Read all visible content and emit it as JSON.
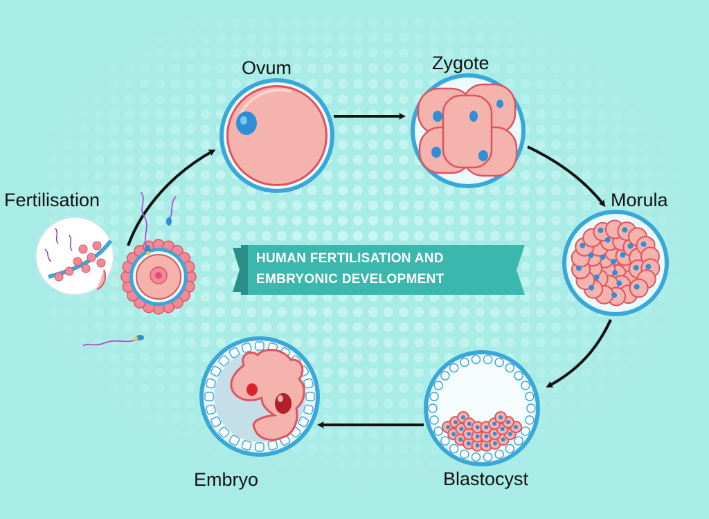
{
  "diagram": {
    "title_lines": [
      "HUMAN FERTILISATION AND",
      "EMBRYONIC DEVELOPMENT"
    ],
    "stages": {
      "ovum": "Ovum",
      "zygote": "Zygote",
      "fertilisation": "Fertilisation",
      "morula": "Morula",
      "blastocyst": "Blastocyst",
      "embryo": "Embryo"
    },
    "colors": {
      "background": "#a9ece6",
      "dots": "#c7f5f1",
      "ring": "#3aa7d9",
      "cell": "#f4b3ad",
      "cell_edge": "#e0525e",
      "nucleus": "#2e8fd6",
      "banner": "#3cb7ae",
      "banner_dark": "#2a8f88",
      "arrow": "#111111"
    }
  }
}
